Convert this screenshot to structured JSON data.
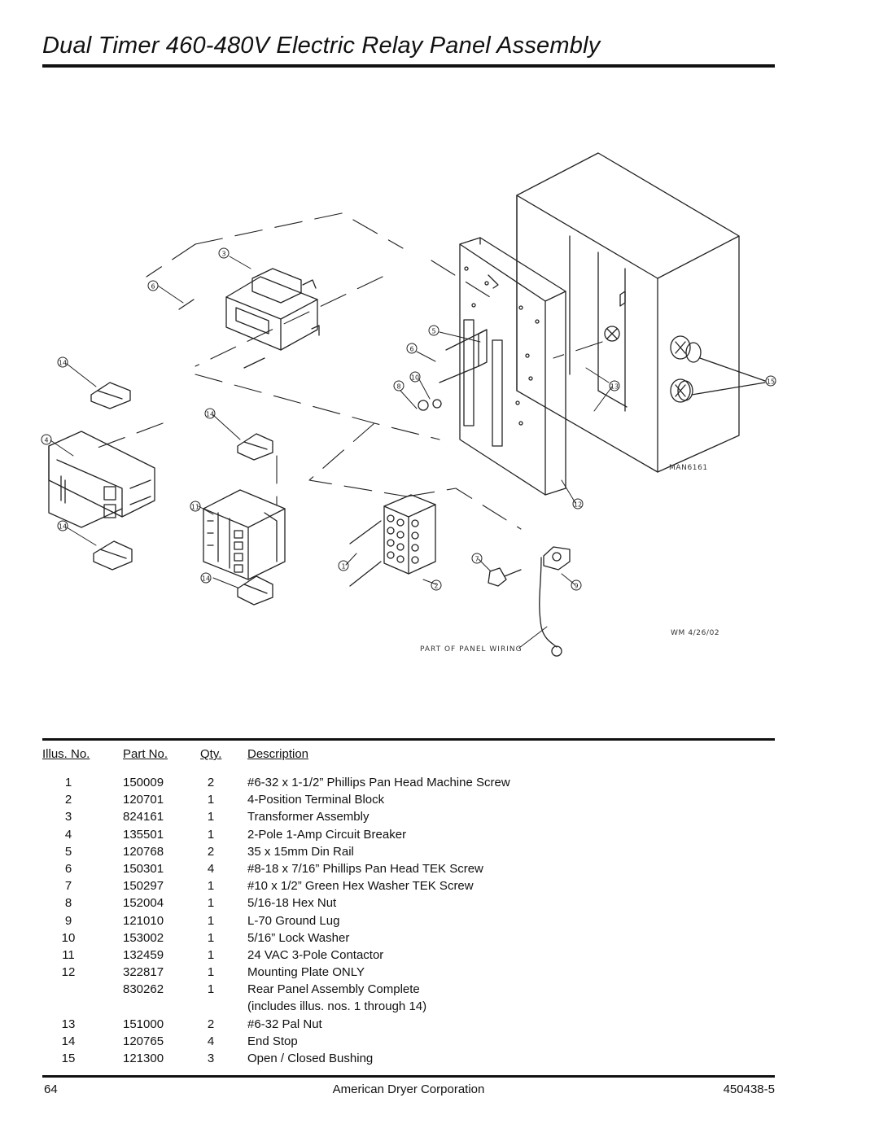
{
  "page": {
    "title": "Dual Timer 460-480V Electric Relay Panel Assembly"
  },
  "diagram": {
    "drawing_number": "MAN6161",
    "drawn_by": "WM 4/26/02",
    "wiring_note": "PART OF PANEL WIRING",
    "callouts": [
      "3",
      "6",
      "5",
      "6",
      "14",
      "10",
      "8",
      "13",
      "15",
      "4",
      "14",
      "11",
      "12",
      "14",
      "1",
      "7",
      "2",
      "9",
      "14"
    ]
  },
  "parts_table": {
    "headers": {
      "illus_no": "Illus. No.",
      "part_no": "Part No.",
      "qty": "Qty.",
      "description": "Description"
    },
    "rows": [
      {
        "illus": "1",
        "part": "150009",
        "qty": "2",
        "desc": "#6-32 x 1-1/2” Phillips Pan Head Machine Screw"
      },
      {
        "illus": "2",
        "part": "120701",
        "qty": "1",
        "desc": "4-Position Terminal Block"
      },
      {
        "illus": "3",
        "part": "824161",
        "qty": "1",
        "desc": "Transformer Assembly"
      },
      {
        "illus": "4",
        "part": "135501",
        "qty": "1",
        "desc": "2-Pole 1-Amp Circuit Breaker"
      },
      {
        "illus": "5",
        "part": "120768",
        "qty": "2",
        "desc": "35 x 15mm Din Rail"
      },
      {
        "illus": "6",
        "part": "150301",
        "qty": "4",
        "desc": "#8-18 x 7/16” Phillips Pan Head TEK Screw"
      },
      {
        "illus": "7",
        "part": "150297",
        "qty": "1",
        "desc": "#10 x 1/2” Green Hex Washer TEK Screw"
      },
      {
        "illus": "8",
        "part": "152004",
        "qty": "1",
        "desc": "5/16-18 Hex Nut"
      },
      {
        "illus": "9",
        "part": "121010",
        "qty": "1",
        "desc": "L-70 Ground Lug"
      },
      {
        "illus": "10",
        "part": "153002",
        "qty": "1",
        "desc": "5/16” Lock Washer"
      },
      {
        "illus": "11",
        "part": "132459",
        "qty": "1",
        "desc": "24 VAC 3-Pole Contactor"
      },
      {
        "illus": "12",
        "part": "322817",
        "qty": "1",
        "desc": "Mounting Plate ONLY"
      },
      {
        "illus": "",
        "part": "830262",
        "qty": "1",
        "desc": "Rear Panel Assembly Complete"
      },
      {
        "illus": "",
        "part": "",
        "qty": "",
        "desc": "(includes illus. nos. 1 through 14)"
      },
      {
        "illus": "13",
        "part": "151000",
        "qty": "2",
        "desc": "#6-32 Pal Nut"
      },
      {
        "illus": "14",
        "part": "120765",
        "qty": "4",
        "desc": "End Stop"
      },
      {
        "illus": "15",
        "part": "121300",
        "qty": "3",
        "desc": "Open / Closed Bushing"
      }
    ]
  },
  "footer": {
    "page_number": "64",
    "company": "American Dryer Corporation",
    "doc_number": "450438-5"
  }
}
